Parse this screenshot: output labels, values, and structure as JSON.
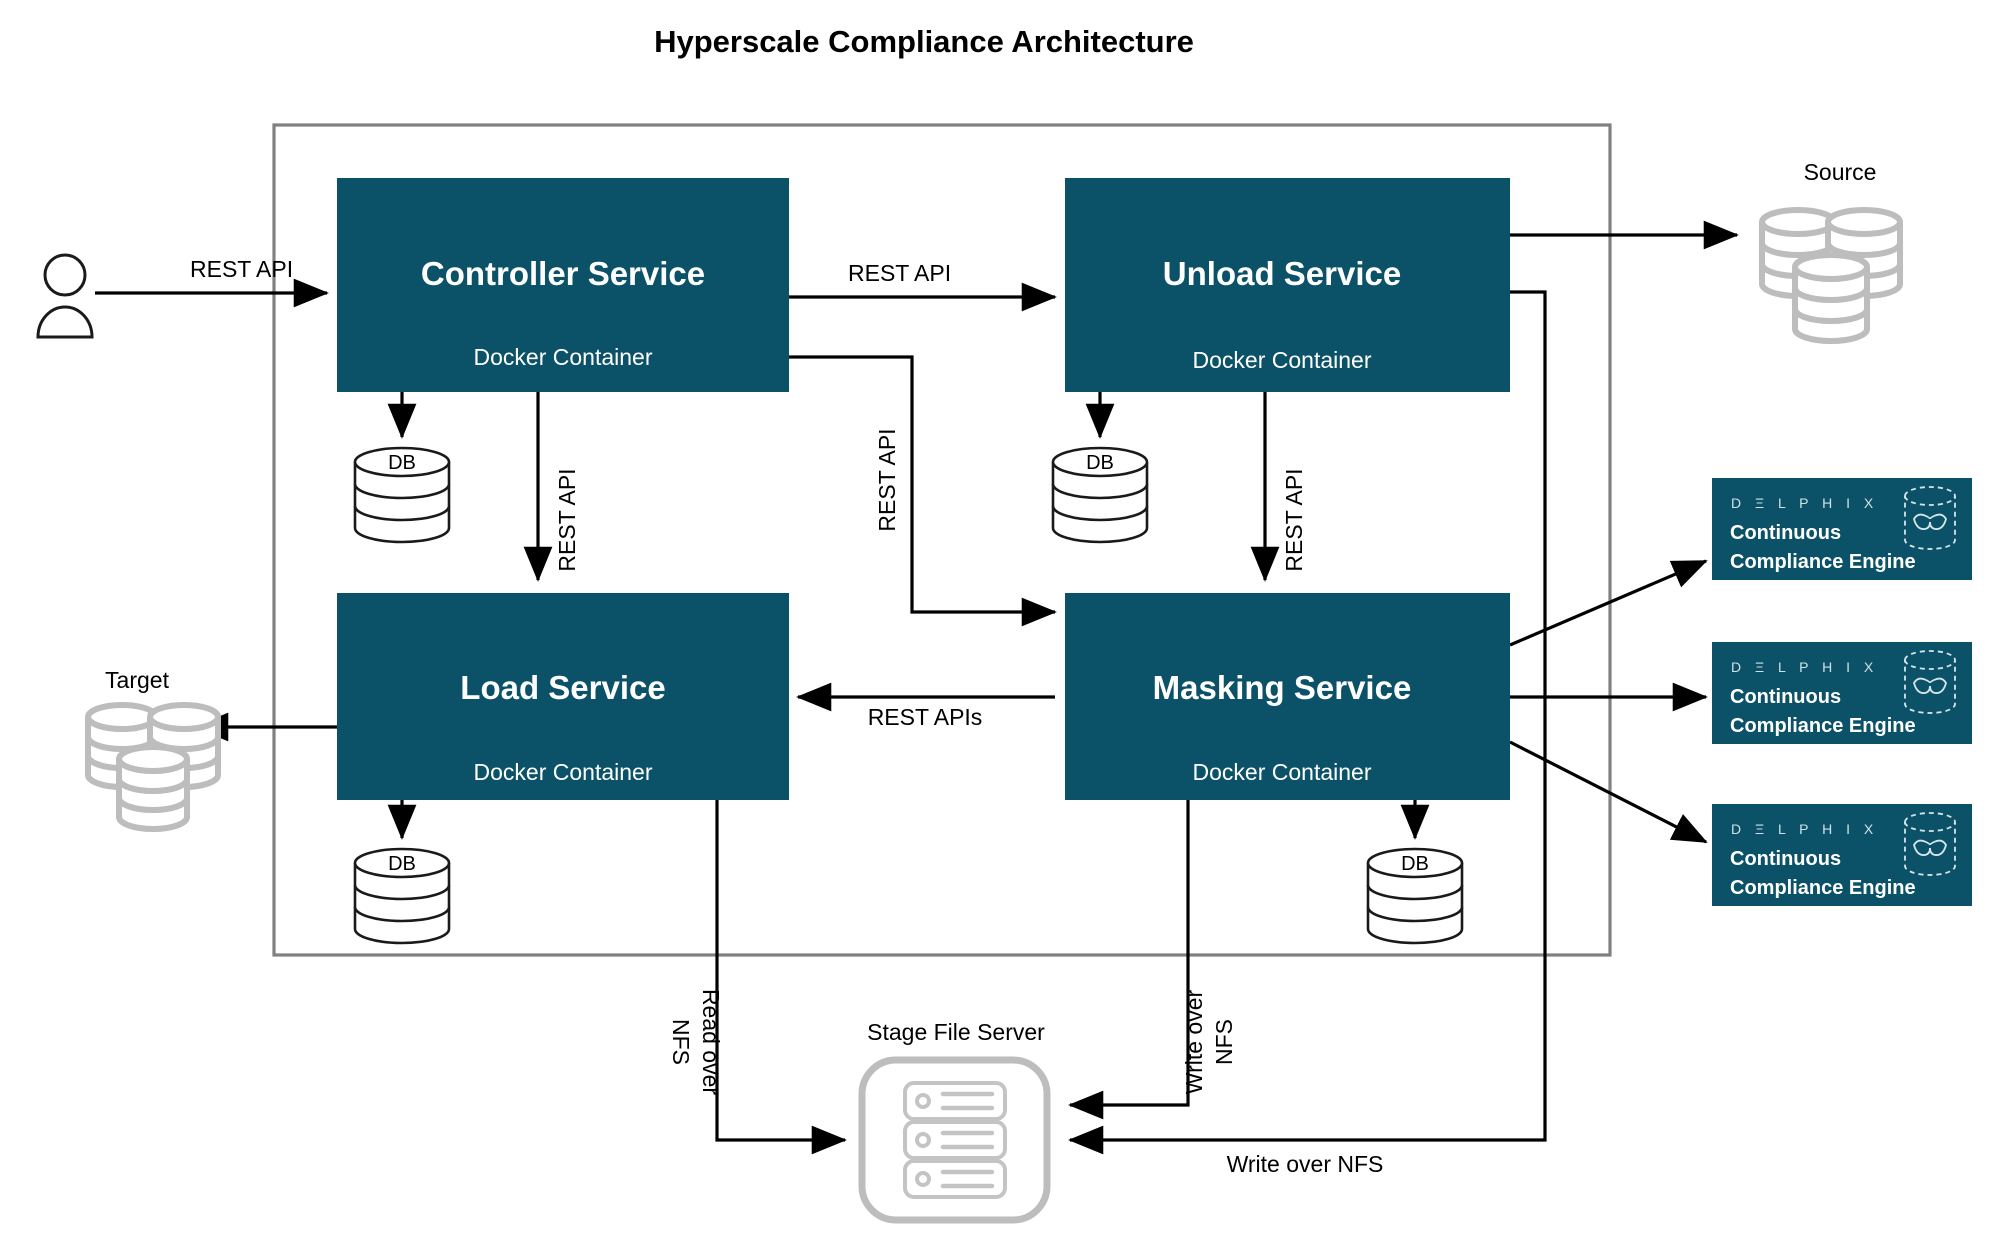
{
  "page": {
    "title": "Hyperscale Compliance Architecture",
    "background_color": "#ffffff",
    "accent_color": "#0b5268",
    "outer_border_color": "#808080",
    "gray_icon_color": "#bdbdbd"
  },
  "services": [
    {
      "id": "controller",
      "title": "Controller Service",
      "subtitle": "Docker Container",
      "db_label": "DB"
    },
    {
      "id": "unload",
      "title": "Unload Service",
      "subtitle": "Docker Container",
      "db_label": "DB"
    },
    {
      "id": "load",
      "title": "Load Service",
      "subtitle": "Docker Container",
      "db_label": "DB"
    },
    {
      "id": "masking",
      "title": "Masking Service",
      "subtitle": "Docker Container",
      "db_label": "DB"
    }
  ],
  "external_nodes": [
    {
      "id": "user",
      "label": "",
      "icon": "user-icon"
    },
    {
      "id": "source",
      "label": "Source",
      "icon": "database-cluster-icon"
    },
    {
      "id": "target",
      "label": "Target",
      "icon": "database-cluster-icon"
    },
    {
      "id": "stage_file_server",
      "label": "Stage File Server",
      "icon": "file-server-icon"
    }
  ],
  "engines": [
    {
      "id": "engine-1",
      "brand": "D Ξ L P H I X",
      "line1": "Continuous",
      "line2": "Compliance Engine",
      "icon": "masked-database-icon"
    },
    {
      "id": "engine-2",
      "brand": "D Ξ L P H I X",
      "line1": "Continuous",
      "line2": "Compliance Engine",
      "icon": "masked-database-icon"
    },
    {
      "id": "engine-3",
      "brand": "D Ξ L P H I X",
      "line1": "Continuous",
      "line2": "Compliance Engine",
      "icon": "masked-database-icon"
    }
  ],
  "edges": [
    {
      "id": "user-to-controller",
      "label": "REST API",
      "orientation": "horizontal"
    },
    {
      "id": "controller-to-unload",
      "label": "REST API",
      "orientation": "horizontal"
    },
    {
      "id": "controller-to-load",
      "label": "REST API",
      "orientation": "vertical-up"
    },
    {
      "id": "controller-to-masking",
      "label": "REST API",
      "orientation": "vertical-up"
    },
    {
      "id": "unload-to-masking",
      "label": "REST API",
      "orientation": "vertical-up"
    },
    {
      "id": "masking-to-load",
      "label": "REST APIs",
      "orientation": "horizontal"
    },
    {
      "id": "controller-to-db",
      "label": "",
      "orientation": "vertical"
    },
    {
      "id": "unload-to-db",
      "label": "",
      "orientation": "vertical"
    },
    {
      "id": "load-to-db",
      "label": "",
      "orientation": "vertical"
    },
    {
      "id": "masking-to-db",
      "label": "",
      "orientation": "vertical"
    },
    {
      "id": "unload-to-source",
      "label": "",
      "orientation": "horizontal"
    },
    {
      "id": "load-to-target",
      "label": "",
      "orientation": "horizontal"
    },
    {
      "id": "load-read-nfs",
      "label": "Read over NFS",
      "orientation": "vertical-down",
      "line1": "Read over",
      "line2": "NFS"
    },
    {
      "id": "masking-write-nfs",
      "label": "Write over NFS",
      "orientation": "vertical-up",
      "line1": "Write over",
      "line2": "NFS"
    },
    {
      "id": "unload-write-nfs",
      "label": "Write over NFS",
      "orientation": "horizontal"
    },
    {
      "id": "masking-to-engine-1",
      "label": "",
      "orientation": "diagonal"
    },
    {
      "id": "masking-to-engine-2",
      "label": "",
      "orientation": "horizontal"
    },
    {
      "id": "masking-to-engine-3",
      "label": "",
      "orientation": "diagonal"
    }
  ]
}
